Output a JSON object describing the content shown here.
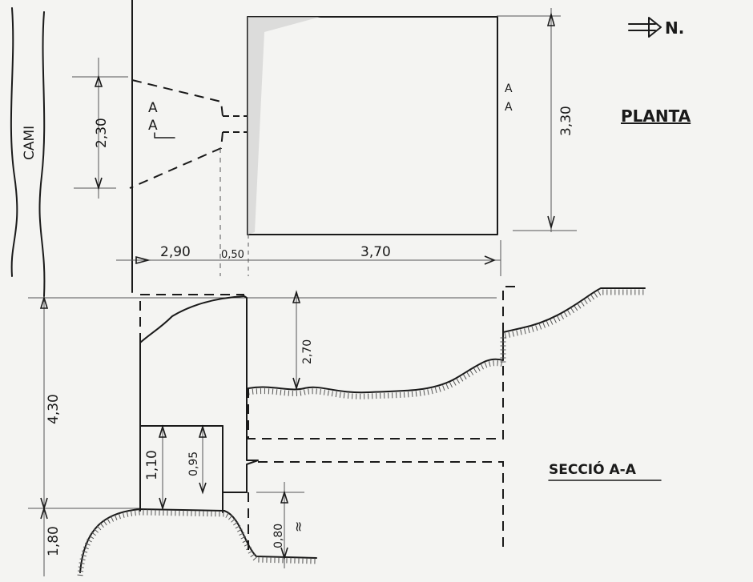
{
  "plan": {
    "road_label": "CAMI",
    "dim_opening": "2,30",
    "section_mark_a1": "A",
    "section_mark_a2": "A",
    "dim_left": "2,90",
    "dim_wall": "0,50",
    "dim_width": "3,70",
    "dim_depth": "3,30",
    "section_mark_a3": "A",
    "section_mark_a4": "A",
    "title": "PLANTA",
    "north": "N."
  },
  "section": {
    "dim_total": "4,30",
    "dim_bottom": "1,80",
    "dim_top": "2,70",
    "dim_opening": "1,10",
    "dim_lintel": "0,95",
    "dim_step": "0,80",
    "approx": "≈",
    "title": "SECCIÓ A-A"
  }
}
